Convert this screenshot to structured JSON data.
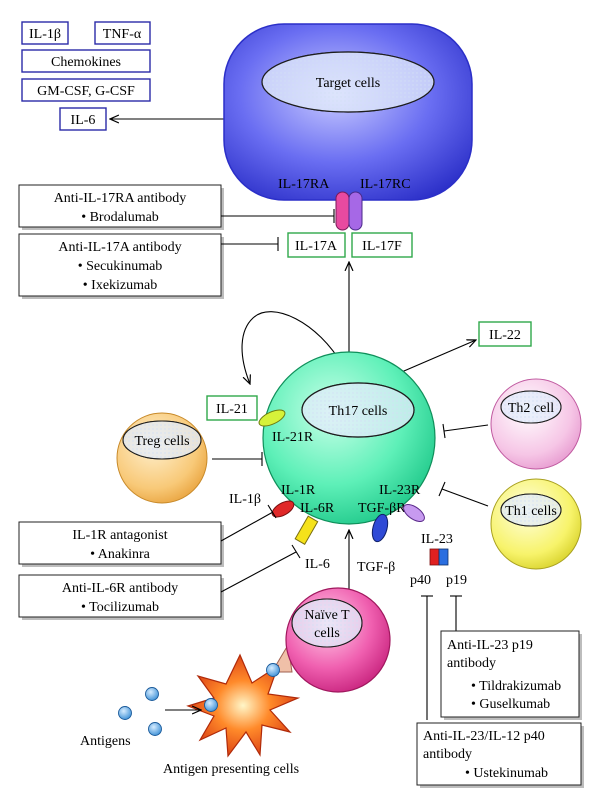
{
  "cytokine_outputs": {
    "il1b": "IL-1β",
    "tnfa": "TNF-α",
    "chemokines": "Chemokines",
    "gmcsf": "GM-CSF, G-CSF",
    "il6": "IL-6"
  },
  "target_cells": {
    "label": "Target cells",
    "receptor_ra": "IL-17RA",
    "receptor_rc": "IL-17RC",
    "color": "#5a5ef0"
  },
  "th17_outputs": {
    "il17a": "IL-17A",
    "il17f": "IL-17F",
    "il22": "IL-22",
    "il21": "IL-21"
  },
  "th17_cell": {
    "label": "Th17 cells",
    "il21r": "IL-21R",
    "il1r": "IL-1R",
    "il6r": "IL-6R",
    "tgfbr": "TGF-βR",
    "il23r": "IL-23R",
    "color": "#5ef0b8"
  },
  "other_cells": {
    "treg": "Treg cells",
    "th2": "Th2 cell",
    "th1": "Th1 cells",
    "naive": [
      "Naïve T",
      "cells"
    ],
    "antigens": "Antigens",
    "apc": "Antigen presenting cells"
  },
  "inputs": {
    "il1b": "IL-1β",
    "il6": "IL-6",
    "tgfb": "TGF-β",
    "il23": "IL-23",
    "p40": "p40",
    "p19": "p19"
  },
  "drugs": {
    "il17ra": {
      "title": "Anti-IL-17RA antibody",
      "items": [
        "• Brodalumab"
      ]
    },
    "il17a": {
      "title": "Anti-IL-17A antibody",
      "items": [
        "• Secukinumab",
        "• Ixekizumab"
      ]
    },
    "il1r": {
      "title": "IL-1R antagonist",
      "items": [
        "• Anakinra"
      ]
    },
    "il6r": {
      "title": "Anti-IL-6R antibody",
      "items": [
        "• Tocilizumab"
      ]
    },
    "il23p19": {
      "title": [
        "Anti-IL-23 p19",
        "antibody"
      ],
      "items": [
        "• Tildrakizumab",
        "• Guselkumab"
      ]
    },
    "il23p40": {
      "title": [
        "Anti-IL-23/IL-12 p40",
        "antibody"
      ],
      "items": [
        "• Ustekinumab"
      ]
    }
  }
}
